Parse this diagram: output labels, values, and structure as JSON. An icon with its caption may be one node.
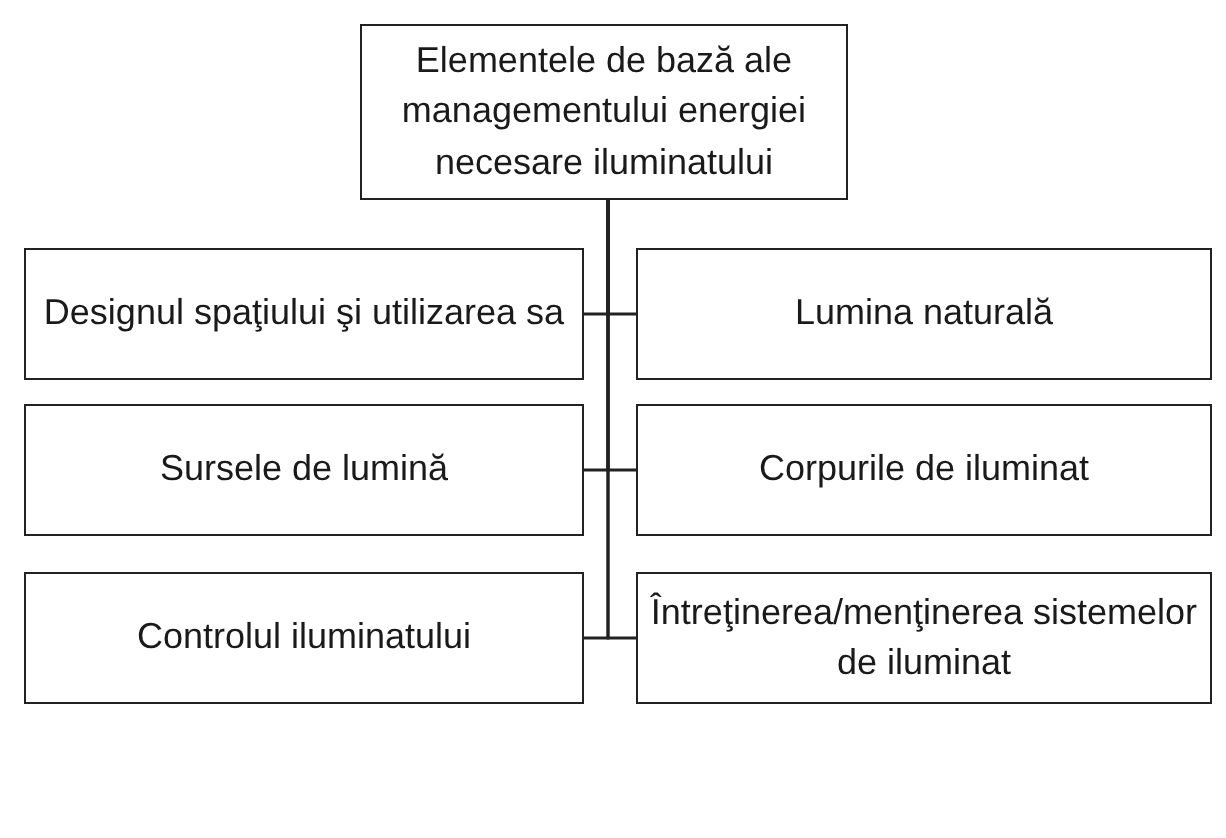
{
  "diagram": {
    "nodes": [
      {
        "text": [
          "Elementele de bază ale managementului energiei necesare iluminatului"
        ]
      },
      {
        "text": [
          "Designul spaţiului şi utilizarea sa"
        ]
      },
      {
        "text": [
          "Lumina naturală"
        ]
      },
      {
        "text": [
          "Sursele de lumină"
        ]
      },
      {
        "text": [
          "Corpurile de iluminat"
        ]
      },
      {
        "text": [
          "Controlul iluminatului"
        ]
      },
      {
        "text": [
          "Întreţinerea/menţinerea sistemelor de iluminat"
        ]
      }
    ],
    "edges": [
      {
        "from": 0,
        "to": 1,
        "arrow": "none"
      },
      {
        "from": 0,
        "to": 2,
        "arrow": "none"
      },
      {
        "from": 0,
        "to": 3,
        "arrow": "none"
      },
      {
        "from": 0,
        "to": 4,
        "arrow": "none"
      },
      {
        "from": 0,
        "to": 5,
        "arrow": "none"
      },
      {
        "from": 0,
        "to": 6,
        "arrow": "none"
      }
    ]
  }
}
